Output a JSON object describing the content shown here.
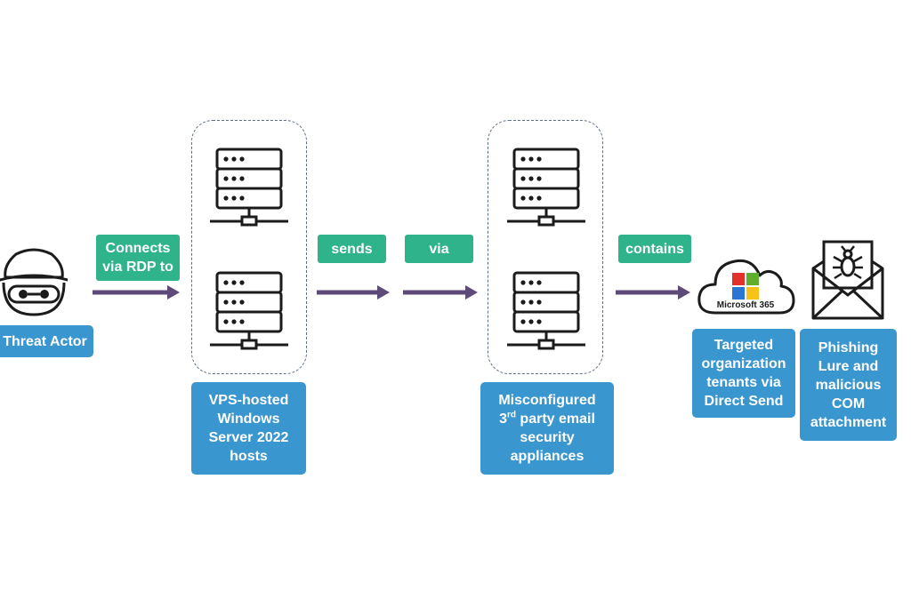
{
  "nodes": {
    "threat_actor": {
      "label": "Threat Actor",
      "icon": "hacker-icon"
    },
    "vps_hosts": {
      "label": "VPS-hosted Windows Server 2022 hosts",
      "icon": "server-icon"
    },
    "appliances": {
      "label_pre": "Misconfigured 3",
      "label_sup": "rd",
      "label_post": " party email security appliances",
      "icon": "server-icon"
    },
    "tenants": {
      "label": "Targeted organization tenants via Direct Send",
      "icon": "cloud-icon",
      "cloud_text": "Microsoft 365"
    },
    "attachment": {
      "label": "Phishing Lure and malicious COM attachment",
      "icon": "envelope-bug-icon"
    }
  },
  "edges": {
    "connects": "Connects via RDP to",
    "sends": "sends",
    "via": "via",
    "contains": "contains"
  },
  "colors": {
    "node_box": "#3a96cf",
    "edge_tag": "#2fb38a",
    "arrow": "#5d4a78",
    "icon_stroke": "#1b1b1b",
    "logo_red": "#e2312a",
    "logo_green": "#5fae2e",
    "logo_blue": "#2a76d2",
    "logo_yellow": "#f7c31a"
  }
}
